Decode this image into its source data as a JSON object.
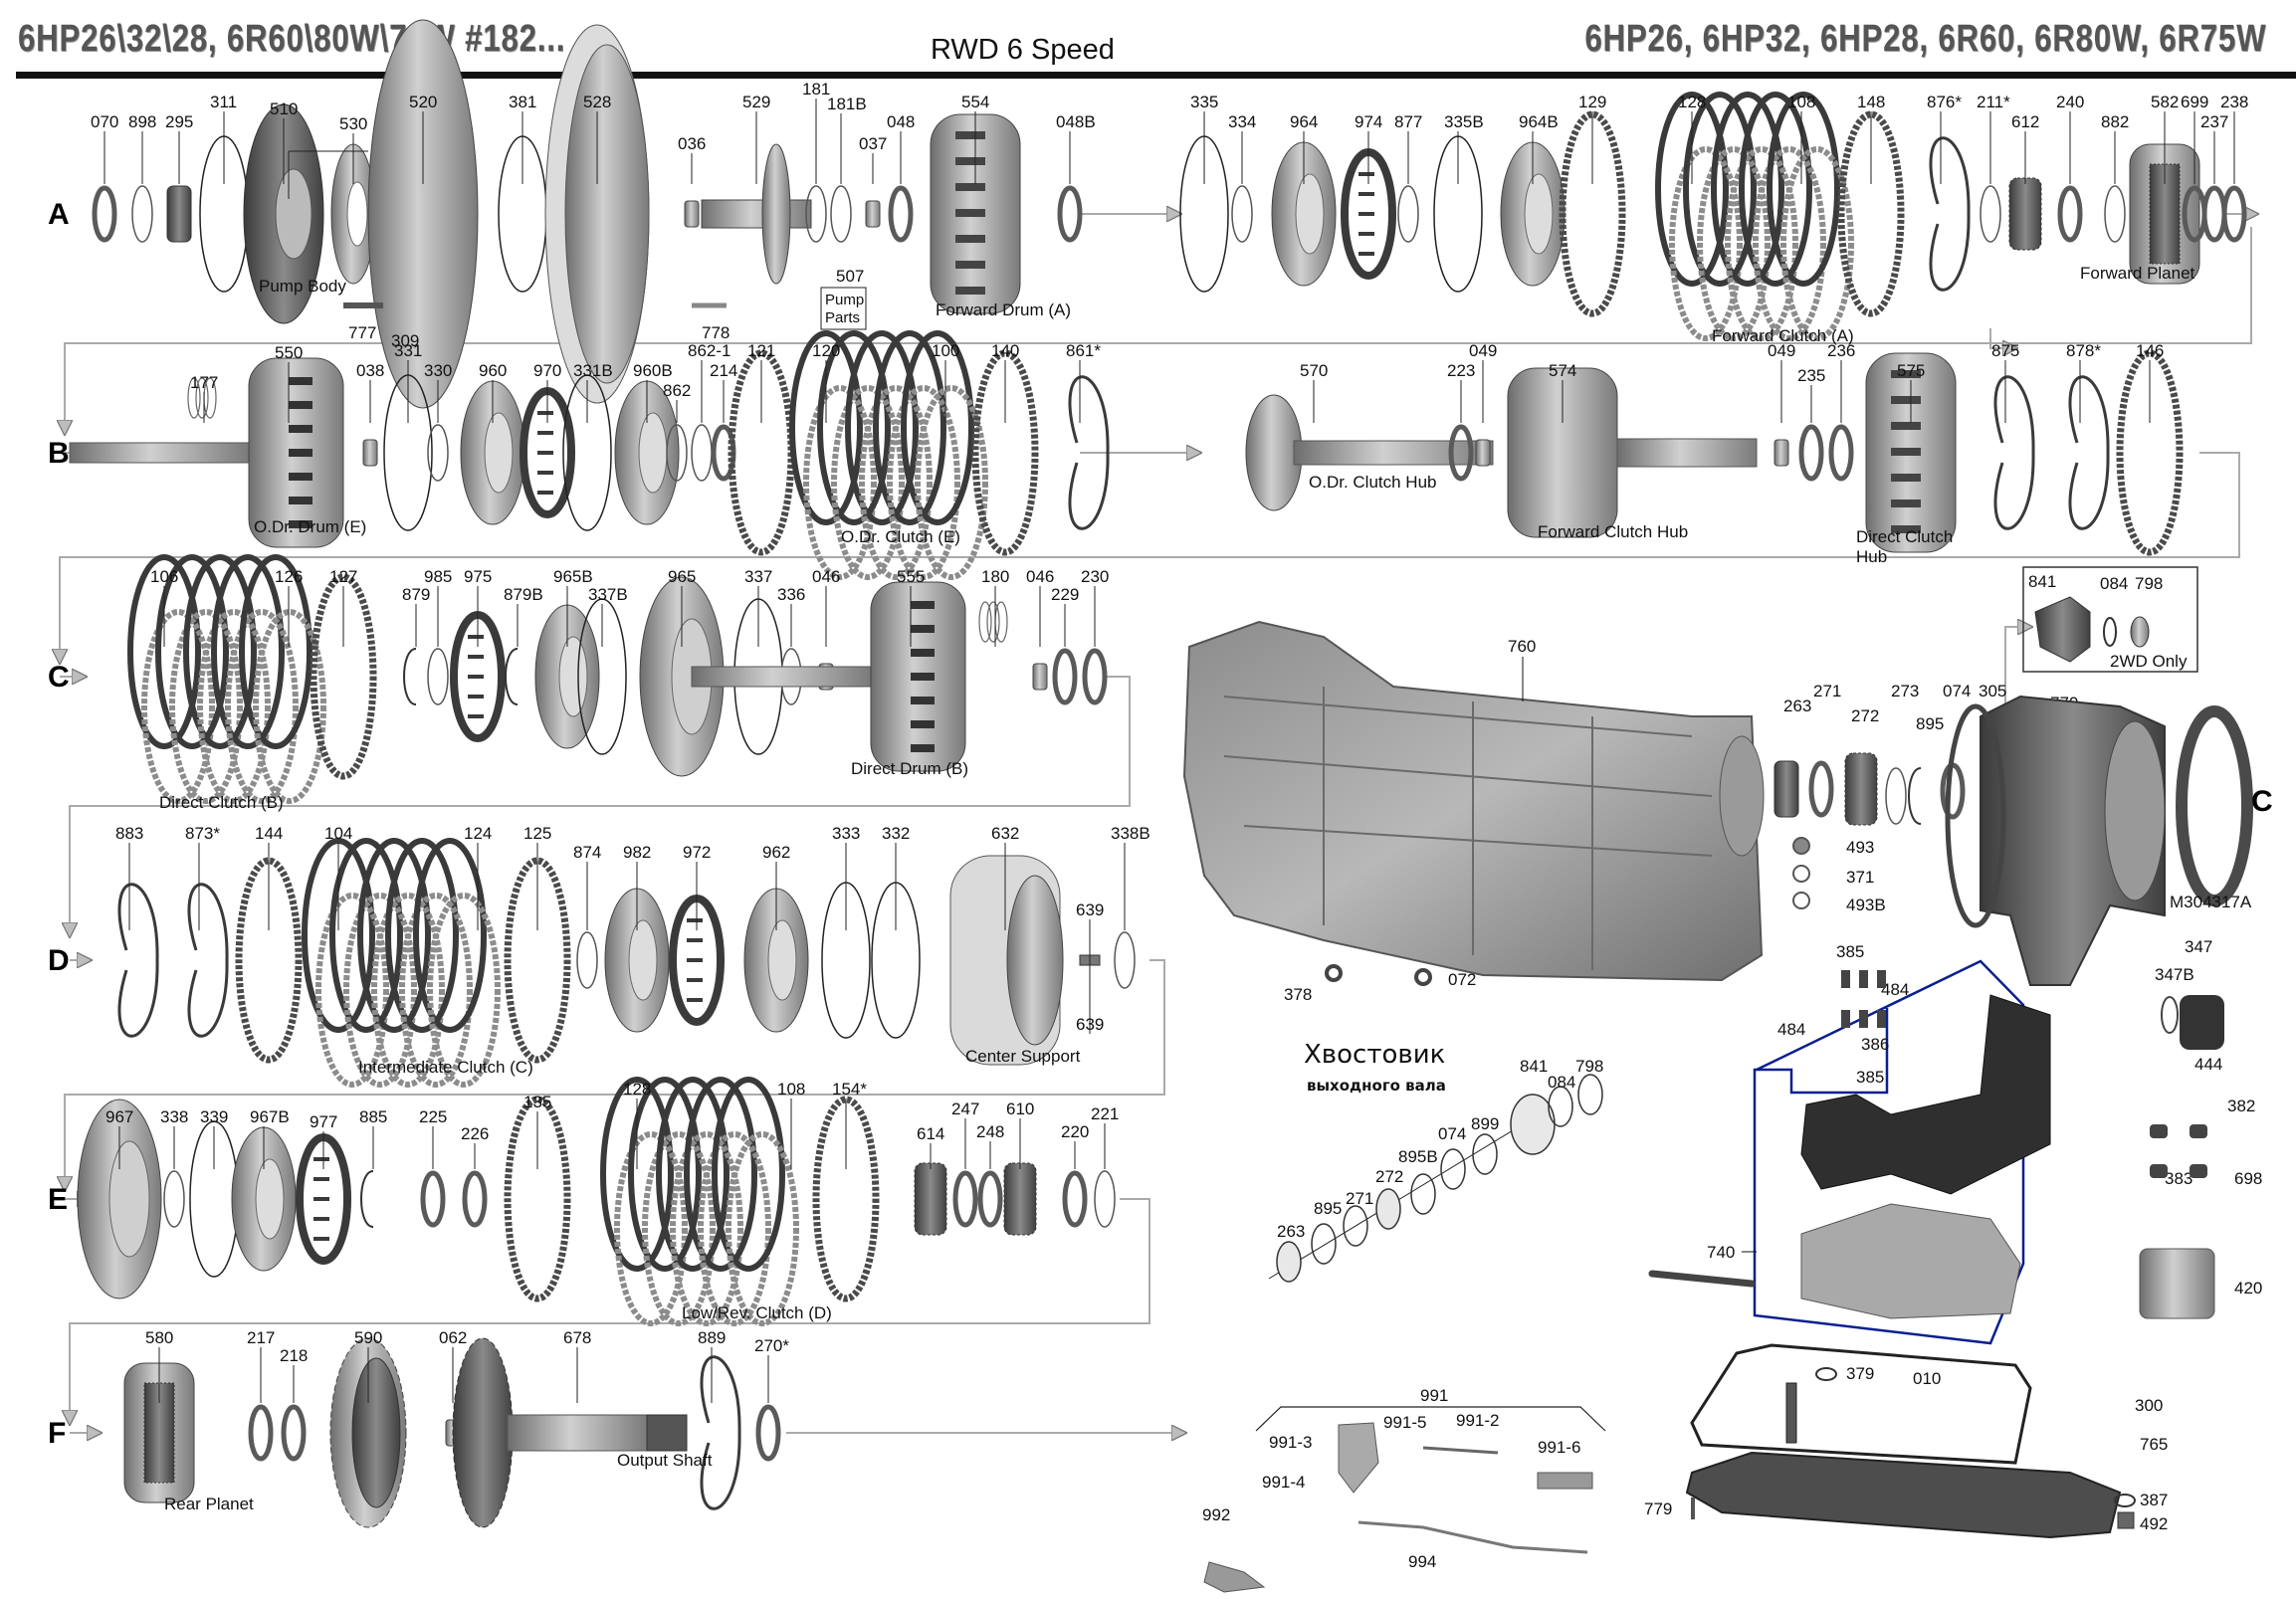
{
  "header": {
    "left_title": "6HP26\\32\\28, 6R60\\80W\\75W   #182...",
    "center_title": "RWD 6 Speed",
    "right_title": "6HP26, 6HP32, 6HP28, 6R60, 6R80W, 6R75W"
  },
  "rows": [
    {
      "letter": "A",
      "parts": [
        {
          "num": "070",
          "shape": "ring-thick"
        },
        {
          "num": "898",
          "shape": "ring-thin"
        },
        {
          "num": "295",
          "shape": "bearing"
        },
        {
          "num": "311",
          "shape": "oring-large"
        },
        {
          "num": "510",
          "shape": "pump-body"
        },
        {
          "num": "530",
          "shape": "gear-disc"
        },
        {
          "num": "520",
          "shape": "plate-large"
        },
        {
          "num": "381",
          "shape": "oring-large"
        },
        {
          "num": "528",
          "shape": "housing-large"
        },
        {
          "num": "036",
          "shape": "bushing"
        },
        {
          "num": "529",
          "shape": "shaft-flange"
        },
        {
          "num": "181",
          "shape": "ring-thin"
        },
        {
          "num": "181B",
          "shape": "ring-thin"
        },
        {
          "num": "037",
          "shape": "bushing"
        },
        {
          "num": "048",
          "shape": "ring-thick"
        },
        {
          "num": "554",
          "shape": "drum"
        },
        {
          "num": "048B",
          "shape": "ring-thick"
        },
        {
          "num": "335",
          "shape": "oring-large"
        },
        {
          "num": "334",
          "shape": "ring-thin"
        },
        {
          "num": "964",
          "shape": "piston"
        },
        {
          "num": "974",
          "shape": "spring-disc"
        },
        {
          "num": "877",
          "shape": "ring-thin"
        },
        {
          "num": "335B",
          "shape": "oring-large"
        },
        {
          "num": "964B",
          "shape": "piston"
        },
        {
          "num": "129",
          "shape": "clutch-plate"
        },
        {
          "num": "128",
          "shape": "clutch-pack"
        },
        {
          "num": "108",
          "shape": "clutch-pack-end"
        },
        {
          "num": "148",
          "shape": "clutch-plate"
        },
        {
          "num": "876*",
          "shape": "snap-ring"
        },
        {
          "num": "211*",
          "shape": "ring-thin"
        },
        {
          "num": "612",
          "shape": "gear"
        },
        {
          "num": "240",
          "shape": "ring-thick"
        },
        {
          "num": "882",
          "shape": "ring-thin"
        },
        {
          "num": "582",
          "shape": "planet"
        },
        {
          "num": "699",
          "shape": "ring-thick"
        },
        {
          "num": "237",
          "shape": "ring-thick"
        },
        {
          "num": "238",
          "shape": "ring-thick"
        }
      ],
      "captions": [
        "Pump Body",
        "Forward Drum (A)",
        "Forward Clutch (A)",
        "Forward Planet"
      ],
      "extra_labels": [
        "777",
        "309",
        "778",
        "507"
      ],
      "pump_parts_box": "Pump\nParts"
    },
    {
      "letter": "B",
      "parts": [
        {
          "num": "177",
          "shape": "small-rings"
        },
        {
          "num": "550",
          "shape": "drum-shaft"
        },
        {
          "num": "038",
          "shape": "bushing"
        },
        {
          "num": "331",
          "shape": "oring-large"
        },
        {
          "num": "330",
          "shape": "ring-thin"
        },
        {
          "num": "960",
          "shape": "piston"
        },
        {
          "num": "970",
          "shape": "spring-disc"
        },
        {
          "num": "331B",
          "shape": "oring-large"
        },
        {
          "num": "960B",
          "shape": "piston"
        },
        {
          "num": "862",
          "shape": "ring-thin"
        },
        {
          "num": "862-1",
          "shape": "ring-thin"
        },
        {
          "num": "214",
          "shape": "ring-thick"
        },
        {
          "num": "121",
          "shape": "clutch-plate"
        },
        {
          "num": "120",
          "shape": "clutch-pack"
        },
        {
          "num": "100",
          "shape": "clutch-pack-end"
        },
        {
          "num": "140",
          "shape": "clutch-plate"
        },
        {
          "num": "861*",
          "shape": "snap-ring"
        },
        {
          "num": "570",
          "shape": "hub-shaft"
        },
        {
          "num": "223",
          "shape": "ring-thick"
        },
        {
          "num": "049",
          "shape": "bushing"
        },
        {
          "num": "574",
          "shape": "hub-shaft-large"
        },
        {
          "num": "049",
          "shape": "bushing"
        },
        {
          "num": "235",
          "shape": "ring-thick"
        },
        {
          "num": "236",
          "shape": "ring-thick"
        },
        {
          "num": "575",
          "shape": "drum"
        },
        {
          "num": "875",
          "shape": "snap-ring"
        },
        {
          "num": "878*",
          "shape": "snap-ring"
        },
        {
          "num": "146",
          "shape": "clutch-plate"
        }
      ],
      "captions": [
        "O.Dr. Drum (E)",
        "O.Dr. Clutch (E)",
        "O.Dr. Clutch Hub",
        "Forward Clutch Hub",
        "Direct Clutch\nHub"
      ]
    },
    {
      "letter": "C",
      "parts": [
        {
          "num": "106",
          "shape": "clutch-pack"
        },
        {
          "num": "126",
          "shape": "clutch-pack-end"
        },
        {
          "num": "127",
          "shape": "clutch-plate"
        },
        {
          "num": "879",
          "shape": "snap-ring-small"
        },
        {
          "num": "985",
          "shape": "ring-thin"
        },
        {
          "num": "975",
          "shape": "spring-disc"
        },
        {
          "num": "879B",
          "shape": "snap-ring-small"
        },
        {
          "num": "965B",
          "shape": "piston"
        },
        {
          "num": "337B",
          "shape": "oring-large"
        },
        {
          "num": "965",
          "shape": "piston-large"
        },
        {
          "num": "337",
          "shape": "oring-large"
        },
        {
          "num": "336",
          "shape": "ring-thin"
        },
        {
          "num": "046",
          "shape": "bushing"
        },
        {
          "num": "555",
          "shape": "drum-shaft"
        },
        {
          "num": "180",
          "shape": "small-rings"
        },
        {
          "num": "046",
          "shape": "bushing"
        },
        {
          "num": "229",
          "shape": "ring-thick"
        },
        {
          "num": "230",
          "shape": "ring-thick"
        }
      ],
      "captions": [
        "Direct Clutch (B)",
        "Direct Drum (B)"
      ]
    },
    {
      "letter": "D",
      "parts": [
        {
          "num": "883",
          "shape": "snap-ring"
        },
        {
          "num": "873*",
          "shape": "snap-ring"
        },
        {
          "num": "144",
          "shape": "clutch-plate"
        },
        {
          "num": "104",
          "shape": "clutch-pack"
        },
        {
          "num": "124",
          "shape": "clutch-pack-end"
        },
        {
          "num": "125",
          "shape": "clutch-plate"
        },
        {
          "num": "874",
          "shape": "ring-thin"
        },
        {
          "num": "982",
          "shape": "piston"
        },
        {
          "num": "972",
          "shape": "spring-disc"
        },
        {
          "num": "962",
          "shape": "piston"
        },
        {
          "num": "333",
          "shape": "oring-large"
        },
        {
          "num": "332",
          "shape": "oring-large"
        },
        {
          "num": "632",
          "shape": "center-support"
        },
        {
          "num": "639",
          "shape": "pin"
        },
        {
          "num": "639",
          "shape": "pin"
        },
        {
          "num": "338B",
          "shape": "ring-thin"
        }
      ],
      "captions": [
        "Intermediate Clutch (C)",
        "Center Support"
      ]
    },
    {
      "letter": "E",
      "parts": [
        {
          "num": "967",
          "shape": "piston-large"
        },
        {
          "num": "338",
          "shape": "ring-thin"
        },
        {
          "num": "339",
          "shape": "oring-large"
        },
        {
          "num": "967B",
          "shape": "piston"
        },
        {
          "num": "977",
          "shape": "spring-disc"
        },
        {
          "num": "885",
          "shape": "snap-ring-small"
        },
        {
          "num": "225",
          "shape": "ring-thick"
        },
        {
          "num": "226",
          "shape": "ring-thick"
        },
        {
          "num": "135",
          "shape": "clutch-plate"
        },
        {
          "num": "128",
          "shape": "clutch-pack"
        },
        {
          "num": "108",
          "shape": "clutch-pack-end"
        },
        {
          "num": "154*",
          "shape": "clutch-plate"
        },
        {
          "num": "614",
          "shape": "gear"
        },
        {
          "num": "247",
          "shape": "ring-thick"
        },
        {
          "num": "248",
          "shape": "ring-thick"
        },
        {
          "num": "610",
          "shape": "gear"
        },
        {
          "num": "220",
          "shape": "ring-thick"
        },
        {
          "num": "221",
          "shape": "ring-thin"
        }
      ],
      "captions": [
        "Low/Rev. Clutch (D)"
      ]
    },
    {
      "letter": "F",
      "parts": [
        {
          "num": "580",
          "shape": "planet"
        },
        {
          "num": "217",
          "shape": "ring-thick"
        },
        {
          "num": "218",
          "shape": "ring-thick"
        },
        {
          "num": "590",
          "shape": "ring-gear"
        },
        {
          "num": "062",
          "shape": "bushing"
        },
        {
          "num": "678",
          "shape": "output-shaft"
        },
        {
          "num": "889",
          "shape": "snap-ring"
        },
        {
          "num": "270*",
          "shape": "ring-thick"
        }
      ],
      "captions": [
        "Rear Planet",
        "Output Shaft"
      ]
    }
  ],
  "case_section": {
    "case_label": "760",
    "parts": [
      "263",
      "271",
      "272",
      "273",
      "895",
      "074",
      "305",
      "770",
      "493",
      "371",
      "493B",
      "378",
      "072"
    ],
    "side_letter": "C",
    "gasket_code": "M304317A",
    "twowd_box": {
      "parts": [
        "841",
        "084",
        "798"
      ],
      "caption": "2WD Only"
    }
  },
  "output_flange_inset": {
    "title": "Хвостовик",
    "subtitle": "выходного вала",
    "parts": [
      "263",
      "895",
      "271",
      "272",
      "895B",
      "074",
      "899",
      "841",
      "084",
      "798"
    ]
  },
  "valve_body_section": {
    "label": "740",
    "small_parts": [
      "385",
      "484",
      "484",
      "386",
      "385"
    ],
    "right_parts": [
      "347",
      "347B",
      "444",
      "382",
      "383",
      "698",
      "420"
    ]
  },
  "linkage_section": {
    "group_label": "991",
    "parts": [
      "991-3",
      "991-5",
      "991-2",
      "991-6",
      "991-4",
      "992",
      "994"
    ]
  },
  "pan_section": {
    "parts": [
      "379",
      "010",
      "300",
      "765",
      "779",
      "387",
      "492"
    ]
  },
  "colors": {
    "accent_box": "#0a1f8f",
    "flow_arrow": "#a8a8a8",
    "header_bar": "#111111",
    "part_dark": "#3a3a3a",
    "part_mid": "#888888",
    "part_light": "#c4c4c4"
  }
}
